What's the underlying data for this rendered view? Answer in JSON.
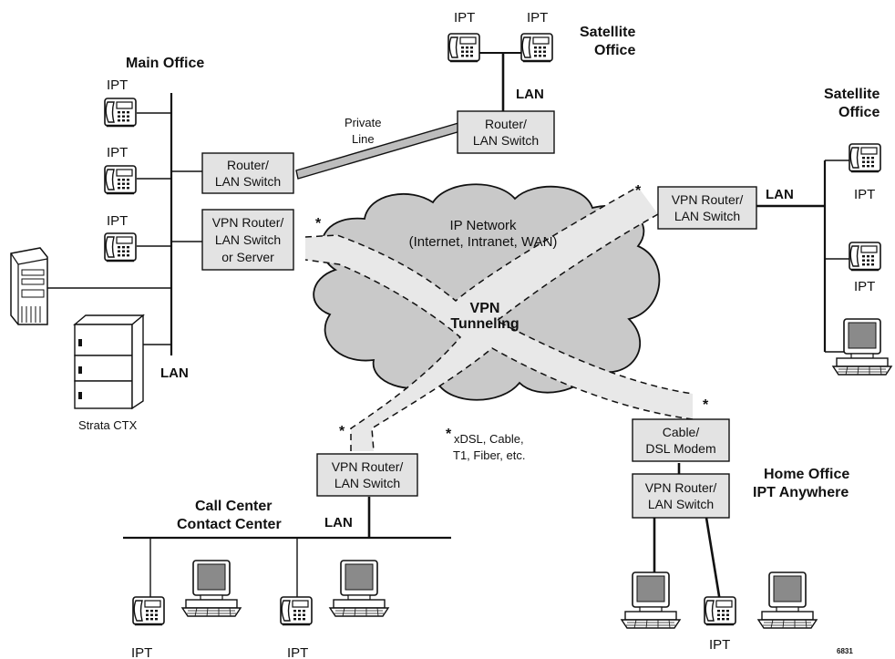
{
  "colors": {
    "box_fill": "#e3e3e3",
    "cloud_fill": "#c9c9c9",
    "tunnel_fill": "#e9e9e9",
    "line": "#111111"
  },
  "labels": {
    "main_office": "Main Office",
    "satellite_top_1": "Satellite",
    "satellite_top_2": "Office",
    "satellite_right_1": "Satellite",
    "satellite_right_2": "Office",
    "ipt": "IPT",
    "lan": "LAN",
    "private_line_1": "Private",
    "private_line_2": "Line",
    "ip_network_1": "IP Network",
    "ip_network_2": "(Internet, Intranet, WAN)",
    "vpn_tunneling_1": "VPN",
    "vpn_tunneling_2": "Tunneling",
    "strata_ctx": "Strata CTX",
    "call_center_1": "Call Center",
    "call_center_2": "Contact Center",
    "home_office_1": "Home Office",
    "home_office_2": "IPT Anywhere",
    "footnote_star": "*",
    "footnote_1": "xDSL, Cable,",
    "footnote_2": "T1, Fiber, etc.",
    "figure_number": "6831",
    "star": "*"
  },
  "boxes": {
    "main_router_1": "Router/",
    "main_router_2": "LAN Switch",
    "main_vpn_1": "VPN Router/",
    "main_vpn_2": "LAN Switch",
    "main_vpn_3": "or Server",
    "sat_top_router_1": "Router/",
    "sat_top_router_2": "LAN Switch",
    "sat_right_vpn_1": "VPN Router/",
    "sat_right_vpn_2": "LAN Switch",
    "call_vpn_1": "VPN Router/",
    "call_vpn_2": "LAN Switch",
    "home_modem_1": "Cable/",
    "home_modem_2": "DSL Modem",
    "home_vpn_1": "VPN Router/",
    "home_vpn_2": "LAN Switch"
  }
}
